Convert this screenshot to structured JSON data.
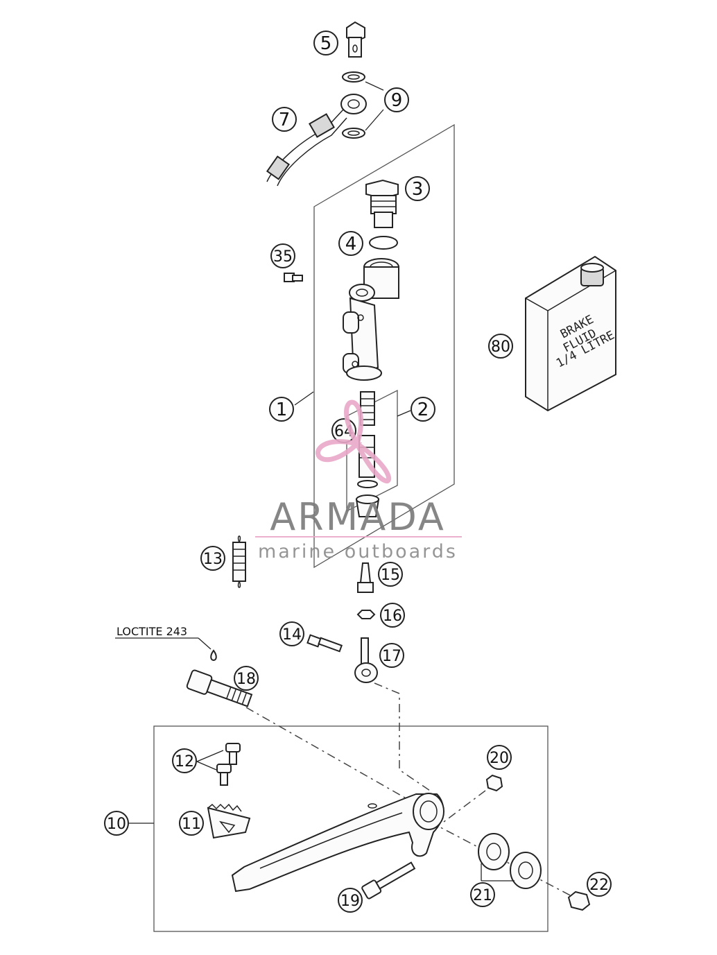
{
  "callouts": [
    "5",
    "9",
    "7",
    "3",
    "4",
    "35",
    "80",
    "1",
    "2",
    "64",
    "13",
    "15",
    "16",
    "14",
    "17",
    "18",
    "12",
    "20",
    "10",
    "11",
    "19",
    "21",
    "22"
  ],
  "loctite_label": "LOCTITE 243",
  "fluid_can": {
    "line1": "BRAKE",
    "line2": "FLUID",
    "line3": "1/4 LITRE"
  },
  "watermark": {
    "title": "ARMADA",
    "subtitle": "marine outboards",
    "accent": "#e8a8c8"
  }
}
